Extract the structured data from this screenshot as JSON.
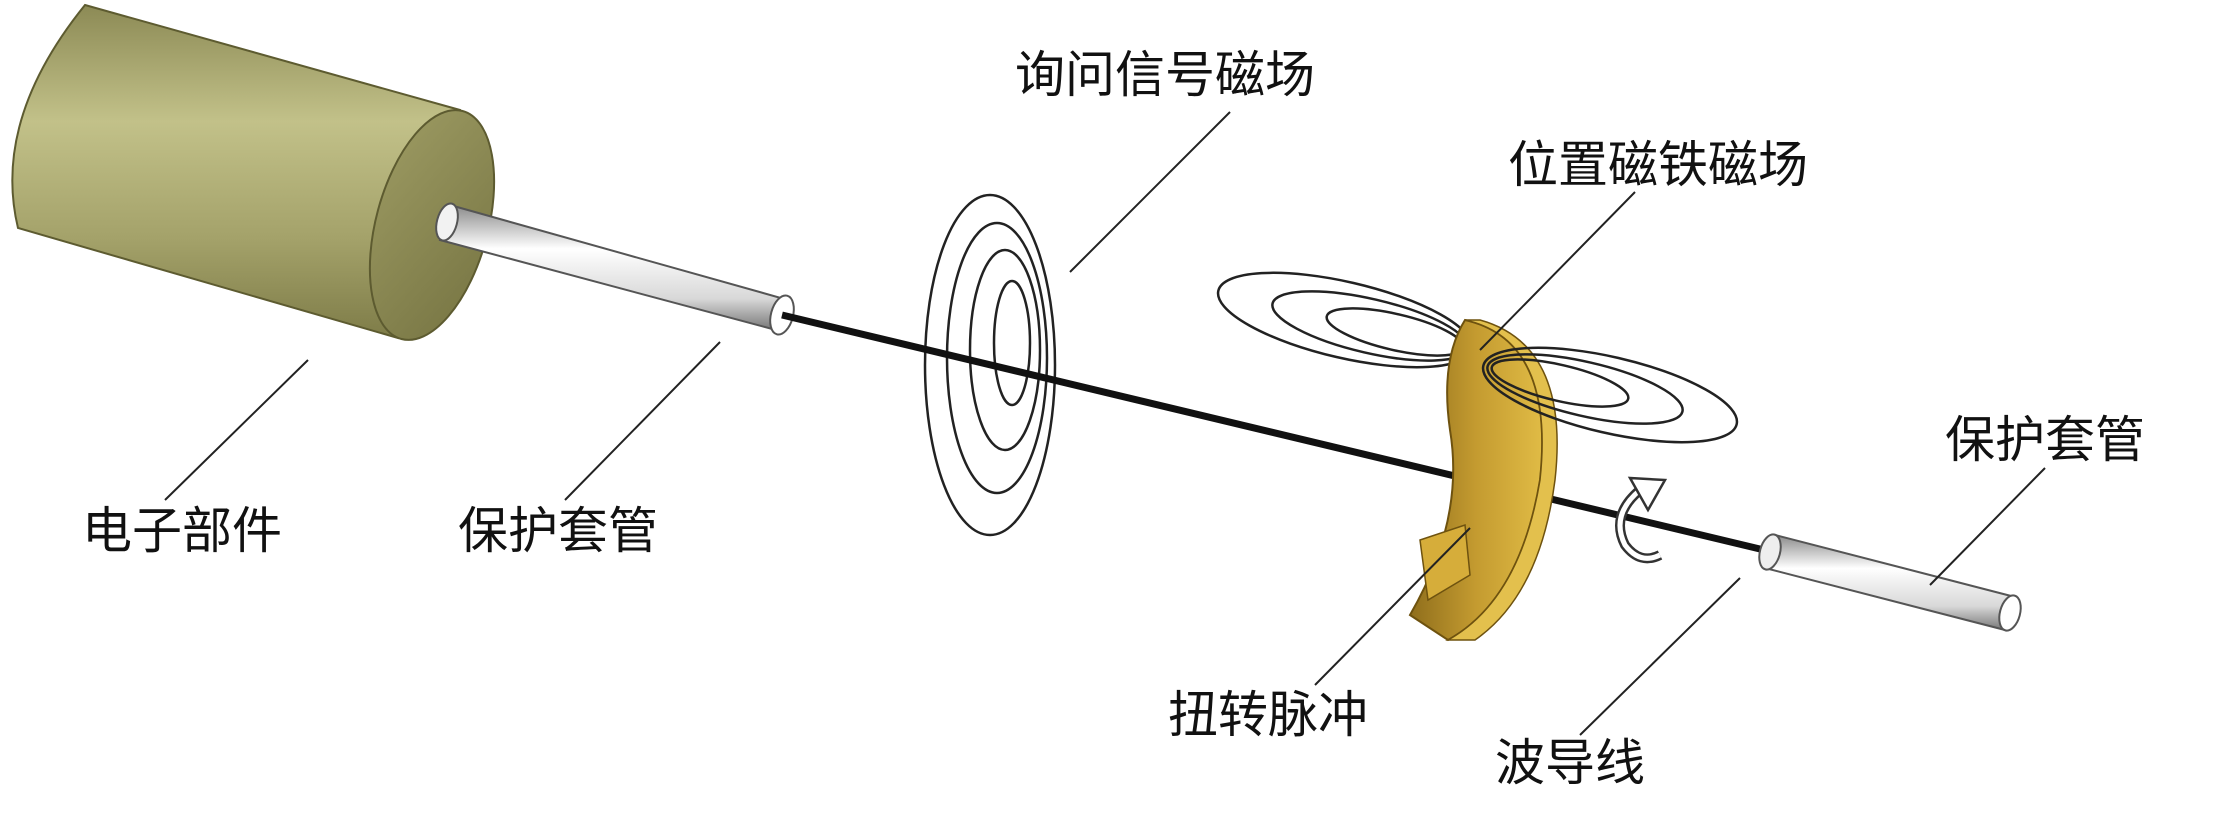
{
  "labels": {
    "electronics": "电子部件",
    "sleeve_left": "保护套管",
    "interrogation_field": "询问信号磁场",
    "magnet_field": "位置磁铁磁场",
    "sleeve_right": "保护套管",
    "torsion_pulse": "扭转脉冲",
    "waveguide": "波导线"
  },
  "colors": {
    "housing": "#a7a56b",
    "housing_dark": "#7f7d48",
    "magnet": "#c29a2e",
    "magnet_dark": "#8f6e1c",
    "sleeve": "#e6e6e6",
    "wire": "#111111",
    "leader": "#222222"
  }
}
